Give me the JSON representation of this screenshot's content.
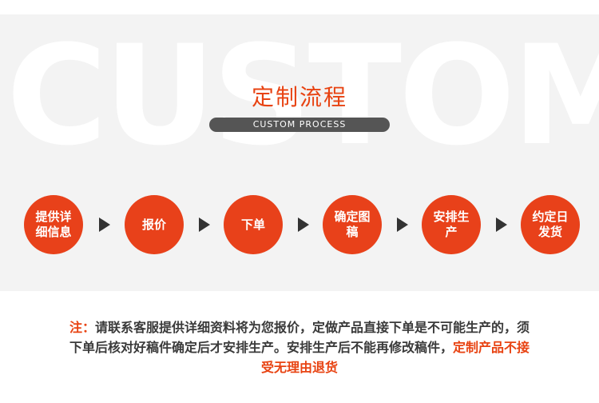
{
  "watermark": "CUSTOM",
  "title": "定制流程",
  "subtitle": "CUSTOM PROCESS",
  "steps": [
    {
      "label": "提供详细信息"
    },
    {
      "label": "报价"
    },
    {
      "label": "下单"
    },
    {
      "label": "确定图稿"
    },
    {
      "label": "安排生产"
    },
    {
      "label": "约定日发货"
    }
  ],
  "note": {
    "prefix": "注：",
    "body": "请联系客服提供详细资料将为您报价，定做产品直接下单是不可能生产的，须下单后核对好稿件确定后才安排生产。安排生产后不能再修改稿件，",
    "emphasis": "定制产品不接受无理由退货"
  },
  "colors": {
    "accent": "#e8411a",
    "band": "#f3f3f3",
    "arrow": "#333333",
    "subtitle_bg": "#555555"
  }
}
